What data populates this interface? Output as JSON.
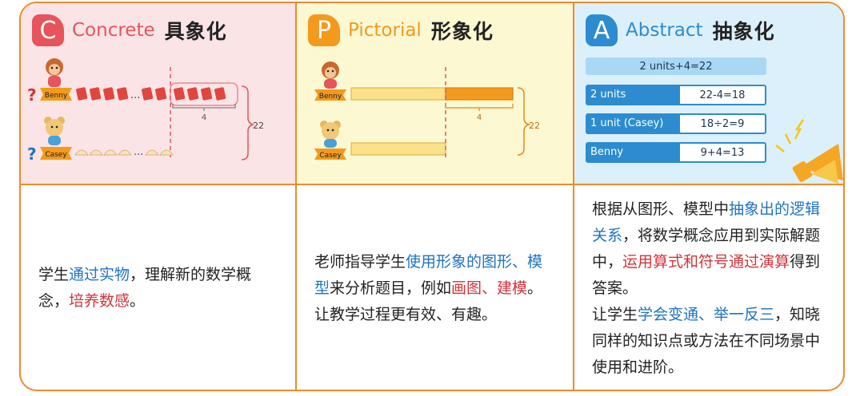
{
  "concrete": {
    "letter": "C",
    "en": "Concrete",
    "zh": "具象化",
    "diagram": {
      "name_top": "Benny",
      "name_bottom": "Casey",
      "mark": "?",
      "dots": "...",
      "brace_inner": "4",
      "brace_total": "22"
    },
    "desc": {
      "t1": "学生",
      "t2": "通过实物",
      "t3": "，理解新的数学概念，",
      "t4": "培养数感",
      "t5": "。"
    }
  },
  "pictorial": {
    "letter": "P",
    "en": "Pictorial",
    "zh": "形象化",
    "diagram": {
      "name_top": "Benny",
      "name_bottom": "Casey",
      "brace_inner": "4",
      "brace_total": "22"
    },
    "desc": {
      "t1": "老师指导学生",
      "t2": "使用形象的图形、模型",
      "t3": "来分析题目，例如",
      "t4": "画图、建模",
      "t5": "。让教学过程更有效、有趣。"
    }
  },
  "abstract": {
    "letter": "A",
    "en": "Abstract",
    "zh": "抽象化",
    "equation": "2 units+4=22",
    "rows": [
      {
        "label": "2 units",
        "value": "22-4=18"
      },
      {
        "label": "1 unit (Casey)",
        "value": "18÷2=9"
      },
      {
        "label": "Benny",
        "value": "9+4=13"
      }
    ],
    "desc": {
      "t1": "根据从图形、模型中",
      "t2": "抽象出的逻辑关系",
      "t3": "，将数学概念应用到实际解题中，",
      "t4": "运用算式和符号通过演算",
      "t5": "得到答案。",
      "t6": "让学生",
      "t7": "学会变通、举一反三",
      "t8": "，知晓同样的知识点或方法在不同场景中使用和进阶。"
    }
  },
  "colors": {
    "border": "#f08a2c",
    "concrete": "#e7545c",
    "pictorial": "#f39a1c",
    "abstract": "#2d8ccf",
    "highlight_blue": "#1f73c3",
    "highlight_red": "#d5333a"
  }
}
